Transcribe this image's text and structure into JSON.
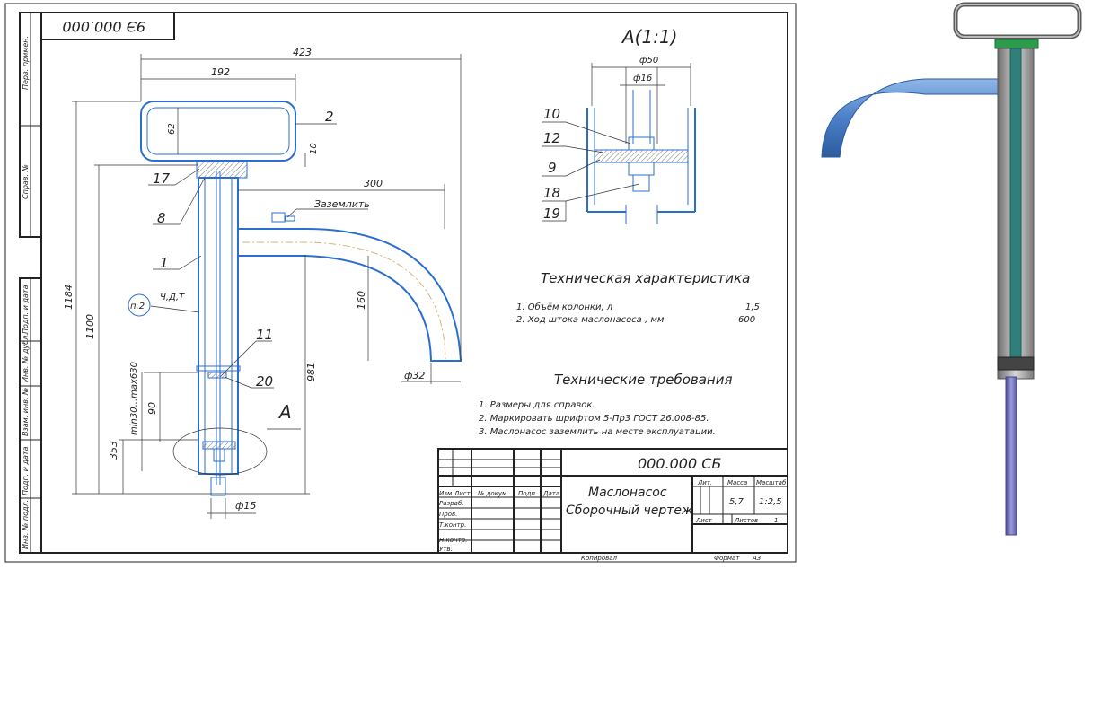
{
  "doc_code": "9Э 000.000",
  "section_title": "А(1:1)",
  "dimensions": {
    "d423": "423",
    "d192": "192",
    "d62": "62",
    "d10": "10",
    "d300": "300",
    "d160": "160",
    "d1184": "1184",
    "d1100": "1100",
    "d981": "981",
    "d353": "353",
    "d90": "90",
    "d_stroke": "min30...max630",
    "d_phi32": "ф32",
    "d_phi15": "ф15",
    "d_phi50": "ф50",
    "d_phi16": "ф16"
  },
  "positions": {
    "p1": "1",
    "p2": "2",
    "p8": "8",
    "p9": "9",
    "p10": "10",
    "p11": "11",
    "p12": "12",
    "p17": "17",
    "p18": "18",
    "p19": "19",
    "p20": "20"
  },
  "annotations": {
    "ground": "Заземлить",
    "view_a": "А",
    "note_ref": "п.2",
    "marking": "Ч,Д,Т"
  },
  "tech_characteristics": {
    "title": "Техническая характеристика",
    "rows": [
      {
        "label": "1. Объём колонки, л",
        "value": "1,5"
      },
      {
        "label": "2. Ход штока маслонасоса , мм",
        "value": "600"
      }
    ]
  },
  "tech_requirements": {
    "title": "Технические требования",
    "items": [
      "1. Размеры для справок.",
      "2. Маркировать шрифтом 5-Пр3 ГОСТ 26.008-85.",
      "3. Маслонасос заземлить на месте эксплуатации."
    ]
  },
  "title_block": {
    "designation": "000.000 СБ",
    "name_line1": "Маслонасос",
    "name_line2": "Сборочный чертеж",
    "col_izm": "Изм",
    "col_list": "Лист",
    "col_doc": "№ докум.",
    "col_sign": "Подп.",
    "col_date": "Дата",
    "row_razrab": "Разраб.",
    "row_prov": "Пров.",
    "row_tkontr": "Т.контр.",
    "row_nkontr": "Н.контр.",
    "row_utv": "Утв.",
    "lit": "Лит.",
    "mass": "Масса",
    "scale": "Масштаб",
    "mass_value": "5,7",
    "scale_value": "1:2,5",
    "sheet": "Лист",
    "sheets": "Листов",
    "sheets_value": "1",
    "copied": "Копировал",
    "format": "Формат",
    "format_value": "А3"
  },
  "left_stamps": [
    "Перв. примен.",
    "Справ. №",
    "Подп. и дата",
    "Инв. № дубл.",
    "Взам. инв. №",
    "Подп. и дата",
    "Инв. № подл."
  ]
}
